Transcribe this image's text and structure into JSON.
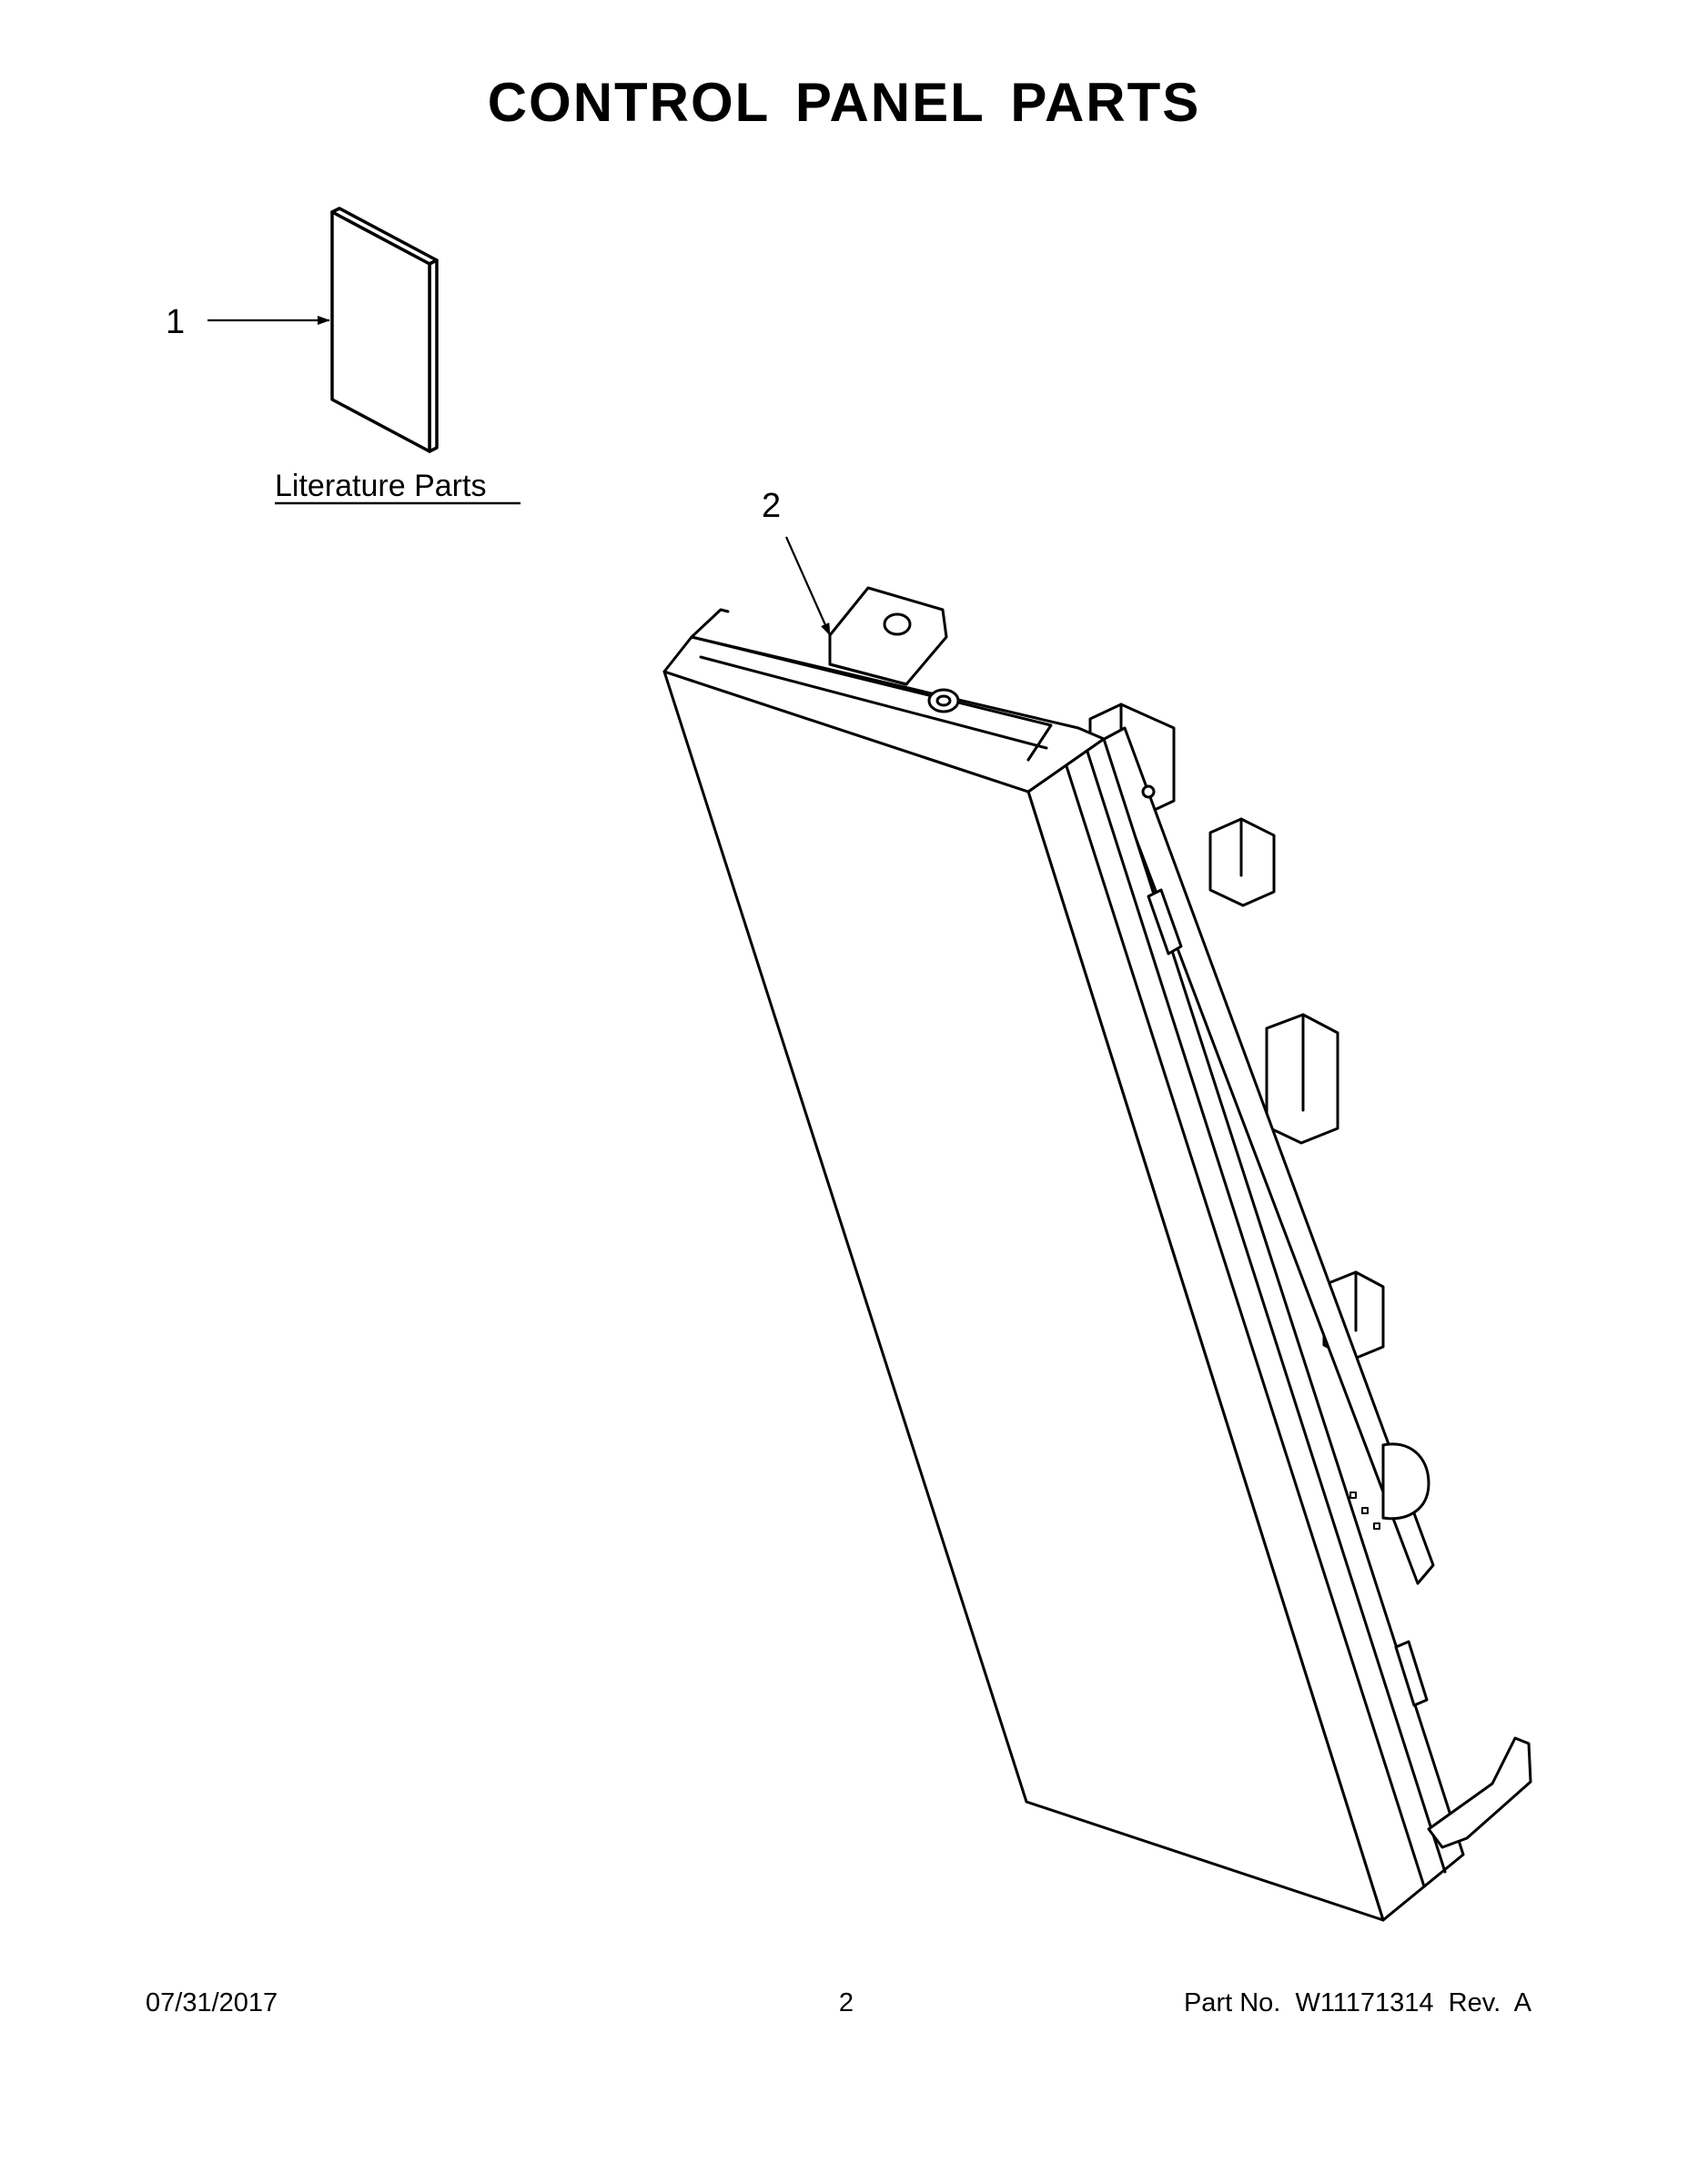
{
  "title": "CONTROL PANEL PARTS",
  "callouts": [
    {
      "number": "1"
    },
    {
      "number": "2"
    }
  ],
  "literature_label": "Literature Parts",
  "footer": {
    "date": "07/31/2017",
    "page": "2",
    "part_number": "Part No.  W11171314  Rev.  A"
  },
  "colors": {
    "line": "#000000",
    "fill": "#ffffff"
  }
}
